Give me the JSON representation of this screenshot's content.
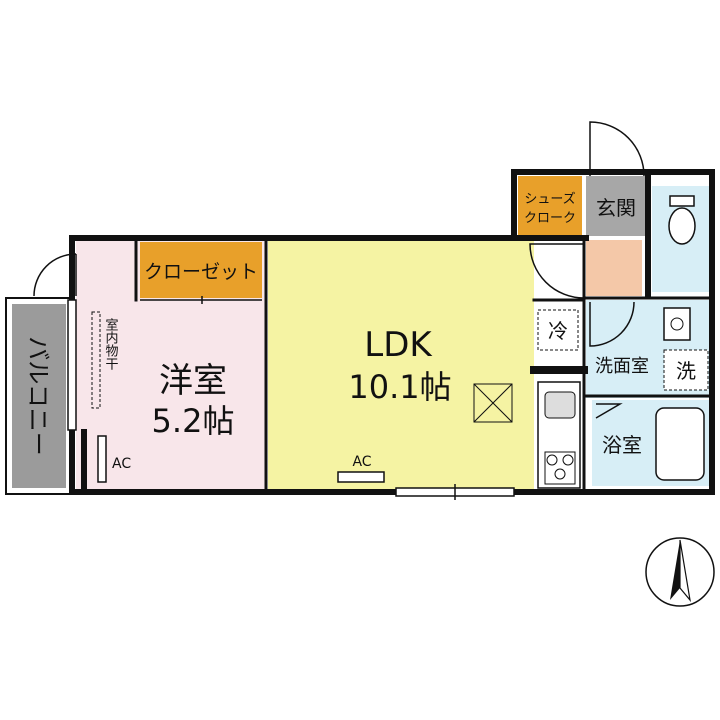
{
  "plan": {
    "rooms": {
      "ldk": {
        "name": "LDK",
        "size": "10.1帖"
      },
      "western": {
        "name": "洋室",
        "size": "5.2帖"
      },
      "closet": "クローゼット",
      "shoe_cloak_line1": "シューズ",
      "shoe_cloak_line2": "クローク",
      "entrance": "玄関",
      "washroom": "洗面室",
      "bath": "浴室",
      "balcony": "バルコニー",
      "indoor_drying": "室内物干",
      "fridge": "冷",
      "washer": "洗"
    },
    "ac_labels": {
      "western": "AC",
      "ldk": "AC"
    },
    "compass_icon": "north-arrow-icon",
    "colors": {
      "ldk": "#f5f3a3",
      "western": "#f8e6ea",
      "closet": "#e8a02a",
      "wet": "#d7eef6",
      "entrance": "#a7a7a7",
      "hall": "#f4c8a8",
      "balcony": "#9b9b9b",
      "wall": "#111111"
    }
  }
}
